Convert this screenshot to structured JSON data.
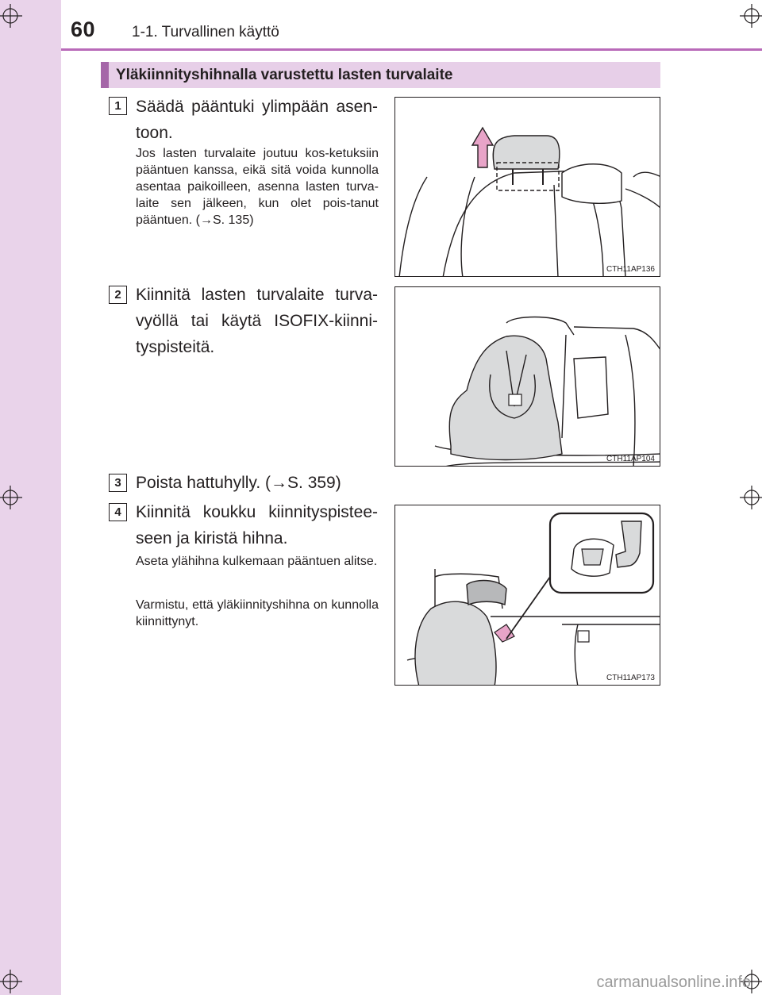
{
  "header": {
    "page_number": "60",
    "chapter": "1-1. Turvallinen käyttö"
  },
  "section": {
    "title": "Yläkiinnityshihnalla varustettu lasten turvalaite"
  },
  "steps": [
    {
      "number": "1",
      "main": "Säädä pääntuki ylimpään asen-toon.",
      "sub": [
        "Jos lasten turvalaite joutuu kos-ketuksiin pääntuen kanssa, eikä sitä voida kunnolla asentaa paikoilleen, asenna lasten turva-laite sen jälkeen, kun olet pois-tanut pääntuen. (→S. 135)"
      ],
      "figure_code": "CTH11AP136"
    },
    {
      "number": "2",
      "main": "Kiinnitä lasten turvalaite turva-vyöllä tai käytä ISOFIX-kiinni-tyspisteitä.",
      "sub": [],
      "figure_code": "CTH11AP104"
    },
    {
      "number": "3",
      "main": "Poista hattuhylly. (→S. 359)",
      "sub": []
    },
    {
      "number": "4",
      "main": "Kiinnitä koukku kiinnityspistee-seen ja kiristä hihna.",
      "sub": [
        "Aseta ylähihna kulkemaan pääntuen alitse.",
        "Varmistu, että yläkiinnityshihna on kunnolla kiinnittynyt."
      ],
      "figure_code": "CTH11AP173"
    }
  ],
  "watermark": "carmanualsonline.info",
  "colors": {
    "sidebar": "#e9d3ea",
    "accent": "#b96ab9",
    "section_bar": "#e7cfe8",
    "arrow_fill": "#e8a4c8"
  }
}
